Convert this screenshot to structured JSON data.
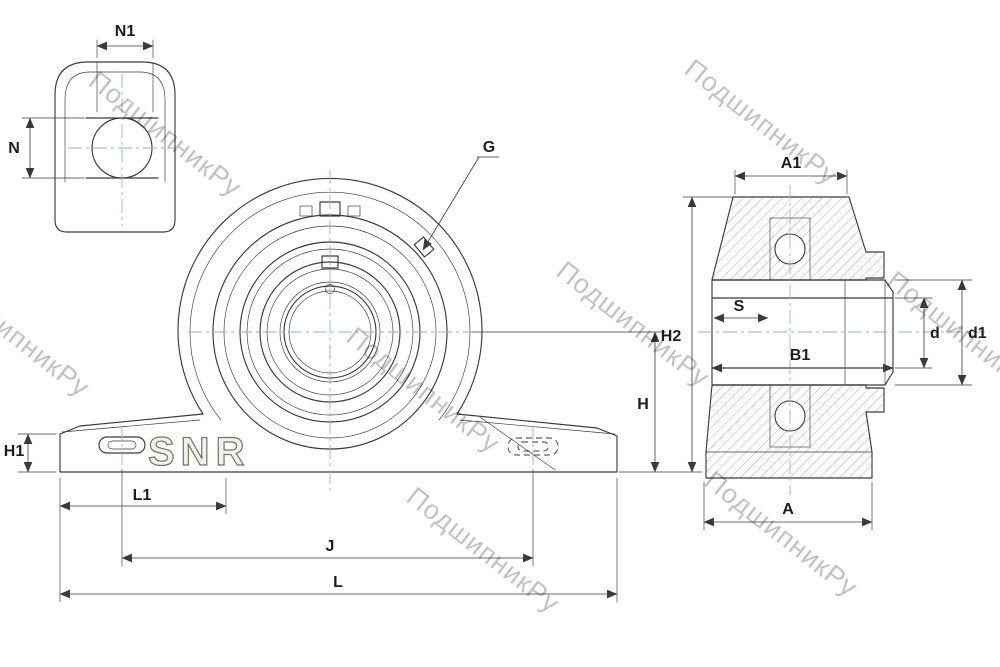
{
  "watermark": "ПодшипникРу",
  "logo": "SNR",
  "labels": {
    "n1": "N1",
    "n": "N",
    "g": "G",
    "a1": "A1",
    "s": "S",
    "b1": "B1",
    "d": "d",
    "d1": "d1",
    "h2": "H2",
    "h": "H",
    "h1": "H1",
    "l1": "L1",
    "j": "J",
    "l": "L",
    "a": "A"
  },
  "colors": {
    "line": "#3a3a3a",
    "centerline": "#8fb6d0",
    "watermark": "rgba(0,0,0,0.24)",
    "paper": "#ffffff"
  }
}
